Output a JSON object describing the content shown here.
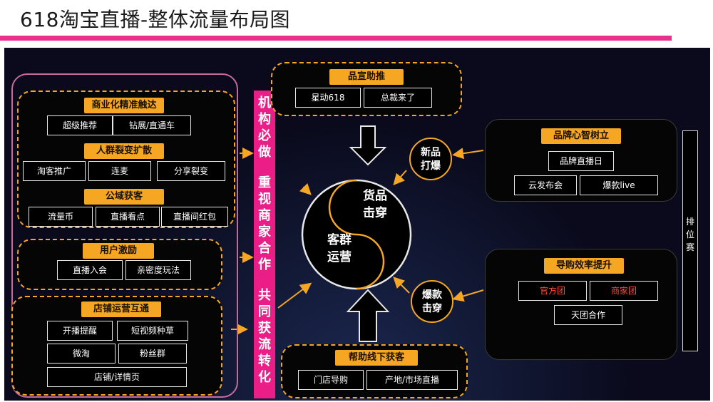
{
  "header": {
    "title": "618淘宝直播-整体流量布局图",
    "accent_color": "#e8308f"
  },
  "left": {
    "group1": {
      "sec_a": {
        "label": "商业化精准触达",
        "items": [
          "超级推荐",
          "钻展/直通车"
        ]
      },
      "sec_b": {
        "label": "人群裂变扩散",
        "items": [
          "淘客推广",
          "连麦",
          "分享裂变"
        ]
      },
      "sec_c": {
        "label": "公域获客",
        "items": [
          "流量币",
          "直播看点",
          "直播间红包"
        ]
      }
    },
    "group2": {
      "label": "用户激励",
      "items": [
        "直播入会",
        "亲密度玩法"
      ]
    },
    "group3": {
      "label": "店铺运营互通",
      "items": [
        "开播提醒",
        "短视频种草",
        "微淘",
        "粉丝群",
        "店铺/详情页"
      ]
    }
  },
  "center_bar": {
    "line1": [
      "机",
      "构",
      "必",
      "做"
    ],
    "line2": [
      "重",
      "视",
      "商",
      "家",
      "合",
      "作"
    ],
    "line3": [
      "共",
      "同",
      "获",
      "流",
      "转",
      "化"
    ],
    "color": "#ea1e86"
  },
  "top_group": {
    "label": "品宣助推",
    "items": [
      "星动618",
      "总裁来了"
    ]
  },
  "bottom_group": {
    "label": "帮助线下获客",
    "items": [
      "门店导购",
      "产地/市场直播"
    ]
  },
  "core": {
    "upper": [
      "货品",
      "击穿"
    ],
    "lower": [
      "客群",
      "运营"
    ]
  },
  "bubbles": {
    "upper": [
      "新品",
      "打爆"
    ],
    "lower": [
      "爆款",
      "击穿"
    ]
  },
  "right": {
    "group1": {
      "label": "品牌心智树立",
      "items": [
        "品牌直播日",
        "云发布会",
        "爆款live"
      ]
    },
    "group2": {
      "label": "导购效率提升",
      "items": [
        "官方团",
        "商家团",
        "天团合作"
      ]
    }
  },
  "side_rail": {
    "chars": [
      "排",
      "位",
      "赛"
    ]
  },
  "colors": {
    "accent_orange": "#f5a623",
    "highlight_red": "#ff4a3a"
  }
}
